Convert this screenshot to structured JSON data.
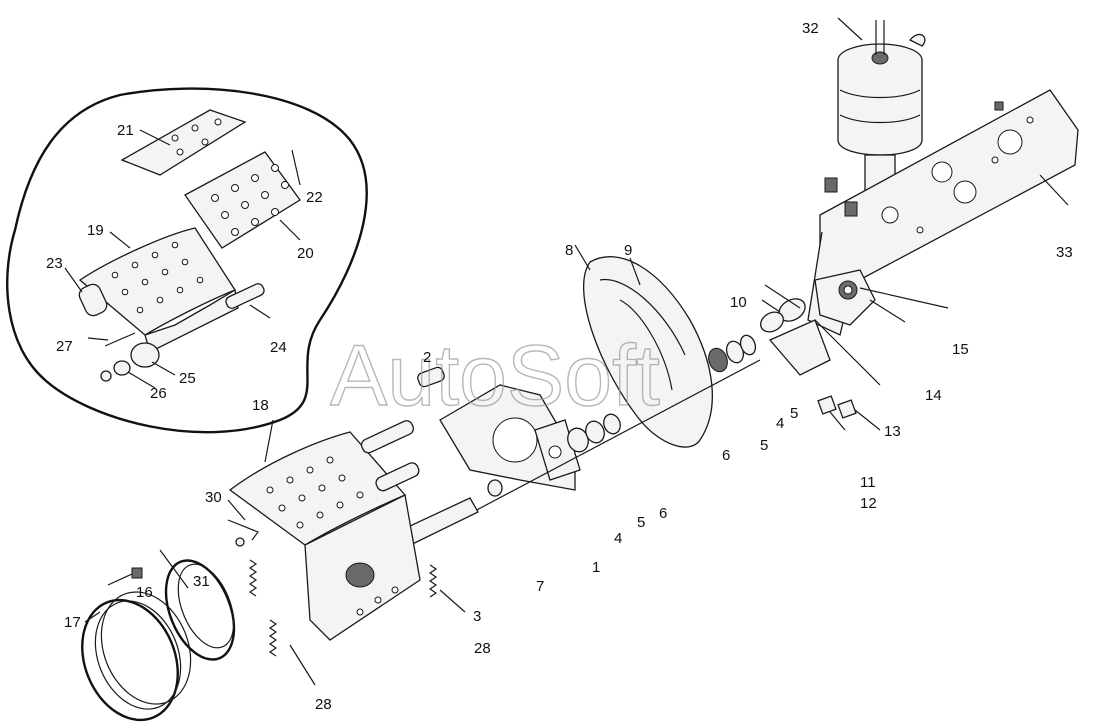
{
  "watermark": "AutoSoft",
  "callouts": [
    {
      "id": "c32",
      "text": "32"
    },
    {
      "id": "c33",
      "text": "33"
    },
    {
      "id": "c21",
      "text": "21"
    },
    {
      "id": "c22",
      "text": "22"
    },
    {
      "id": "c19",
      "text": "19"
    },
    {
      "id": "c20",
      "text": "20"
    },
    {
      "id": "c23",
      "text": "23"
    },
    {
      "id": "c27",
      "text": "27"
    },
    {
      "id": "c24",
      "text": "24"
    },
    {
      "id": "c25",
      "text": "25"
    },
    {
      "id": "c26",
      "text": "26"
    },
    {
      "id": "c8",
      "text": "8"
    },
    {
      "id": "c9",
      "text": "9"
    },
    {
      "id": "c10",
      "text": "10"
    },
    {
      "id": "c15",
      "text": "15"
    },
    {
      "id": "c2",
      "text": "2"
    },
    {
      "id": "c14",
      "text": "14"
    },
    {
      "id": "c18",
      "text": "18"
    },
    {
      "id": "c4a",
      "text": "4"
    },
    {
      "id": "c5a",
      "text": "5"
    },
    {
      "id": "c13",
      "text": "13"
    },
    {
      "id": "c6a",
      "text": "6"
    },
    {
      "id": "c5b",
      "text": "5"
    },
    {
      "id": "c11",
      "text": "11"
    },
    {
      "id": "c12",
      "text": "12"
    },
    {
      "id": "c30",
      "text": "30"
    },
    {
      "id": "c6b",
      "text": "6"
    },
    {
      "id": "c5c",
      "text": "5"
    },
    {
      "id": "c4b",
      "text": "4"
    },
    {
      "id": "c1",
      "text": "1"
    },
    {
      "id": "c7",
      "text": "7"
    },
    {
      "id": "c31",
      "text": "31"
    },
    {
      "id": "c16",
      "text": "16"
    },
    {
      "id": "c17",
      "text": "17"
    },
    {
      "id": "c3",
      "text": "3"
    },
    {
      "id": "c28a",
      "text": "28"
    },
    {
      "id": "c28b",
      "text": "28"
    }
  ]
}
